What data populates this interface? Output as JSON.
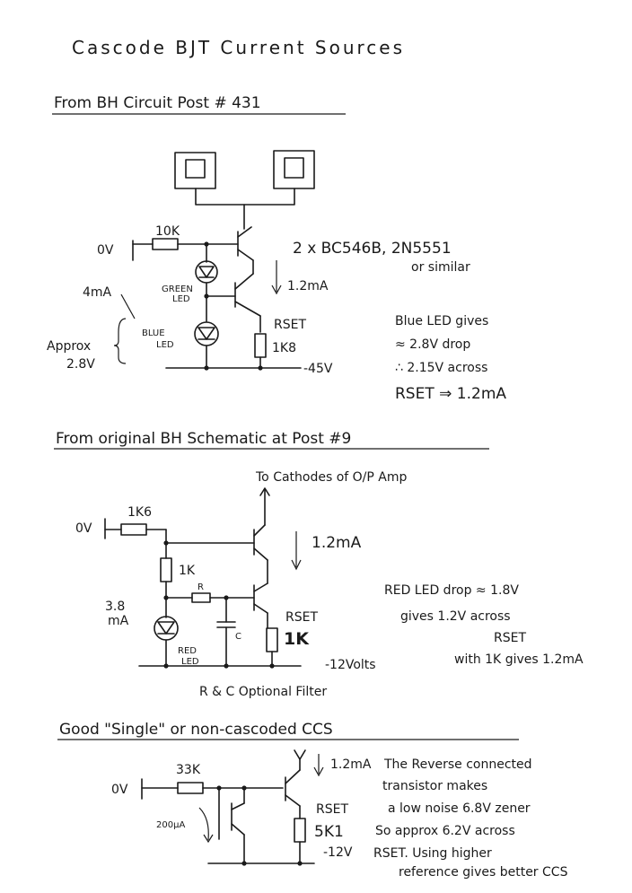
{
  "title": "Cascode BJT Current Sources",
  "section1": {
    "heading": "From BH Circuit Post # 431",
    "ov": "0V",
    "r_input": "10K",
    "transistors": "2 x BC546B, 2N5551",
    "transistors_alt": "or similar",
    "current": "1.2mA",
    "led_current": "4mA",
    "green_led": [
      "GREEN",
      "LED"
    ],
    "blue_led": [
      "BLUE",
      "LED"
    ],
    "approx": [
      "Approx",
      "2.8V"
    ],
    "rset": "RSET",
    "rset_value": "1K8",
    "rail": "-45V",
    "notes": [
      "Blue LED gives",
      "≈ 2.8V drop",
      "∴ 2.15V across",
      "RSET ⇒ 1.2mA"
    ]
  },
  "section2": {
    "heading": "From original BH Schematic at Post #9",
    "to_cathodes": "To Cathodes of O/P Amp",
    "ov": "0V",
    "r_input": "1K6",
    "current": "1.2mA",
    "r_1k": "1K",
    "r_label": "R",
    "c_label": "C",
    "led_current": [
      "3.8",
      "mA"
    ],
    "red_led": [
      "RED",
      "LED"
    ],
    "rset": "RSET",
    "rset_value": "1K",
    "rail": "-12Volts",
    "filter_note": "R & C Optional Filter",
    "notes": [
      "RED LED drop ≈ 1.8V",
      "gives 1.2V across",
      "RSET",
      "with 1K gives 1.2mA"
    ]
  },
  "section3": {
    "heading": "Good \"Single\" or non-cascoded CCS",
    "ov": "0V",
    "r_input": "33K",
    "ref_current": "200µA",
    "current": "1.2mA",
    "rset": "RSET",
    "rset_value": "5K1",
    "rail": "-12V",
    "notes": [
      "The Reverse connected",
      "transistor makes",
      "a low noise 6.8V zener",
      "So approx 6.2V across",
      "RSET. Using higher",
      "reference gives better CCS"
    ]
  }
}
